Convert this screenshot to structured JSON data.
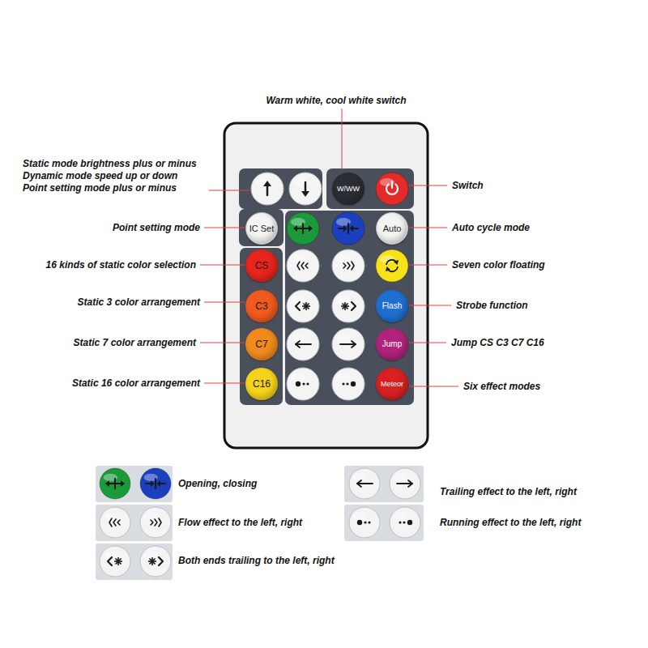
{
  "diagram": {
    "nodes": [
      {
        "text": [
          "W/WW"
        ]
      },
      {
        "text": [
          "IC Set"
        ]
      },
      {
        "text": [
          "Auto"
        ]
      },
      {
        "text": [
          "CS"
        ]
      },
      {
        "text": [
          "C3"
        ]
      },
      {
        "text": [
          "Flash"
        ]
      },
      {
        "text": [
          "C7"
        ]
      },
      {
        "text": [
          "Jump"
        ]
      },
      {
        "text": [
          "C16"
        ]
      },
      {
        "text": [
          "Meteor"
        ]
      }
    ],
    "labels": [
      "Warm white, cool white switch",
      "Static mode brightness plus or minus",
      "Dynamic mode speed up or down",
      "Point setting mode plus or minus",
      "Switch",
      "Point setting mode",
      "Auto cycle mode",
      "16 kinds of static color selection",
      "Seven color floating",
      "Static 3 color arrangement",
      "Strobe function",
      "Static 7 color arrangement",
      "Jump CS C3 C7 C16",
      "Static 16 color arrangement",
      "Six effect modes"
    ],
    "legend": [
      {
        "text": "Opening, closing"
      },
      {
        "text": "Trailing effect to the left, right"
      },
      {
        "text": "Flow effect to the left, right"
      },
      {
        "text": "Running effect to the left, right"
      },
      {
        "text": "Both ends trailing to the left, right"
      }
    ]
  }
}
